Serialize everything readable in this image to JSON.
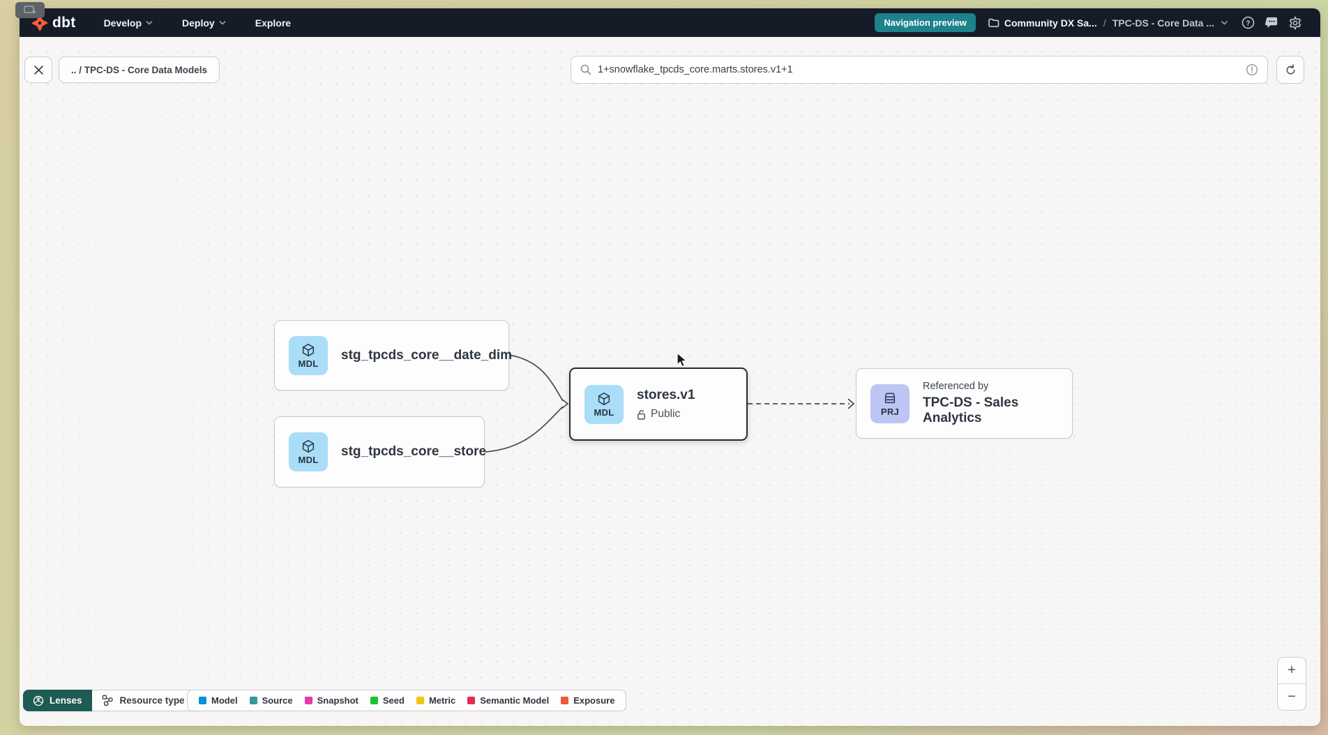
{
  "colors": {
    "navbar_bg": "#151c28",
    "preview_badge_bg": "#1d828b",
    "lenses_bg": "#1d5b54",
    "model_badge_bg": "#a9ddf8",
    "project_badge_bg": "#bdc5f4",
    "selected_node_border": "#222b38"
  },
  "navbar": {
    "logo_text": "dbt",
    "menus": [
      {
        "label": "Develop"
      },
      {
        "label": "Deploy"
      },
      {
        "label": "Explore"
      }
    ],
    "preview_badge": "Navigation preview",
    "breadcrumb": {
      "project": "Community DX Sa...",
      "separator": "/",
      "page": "TPC-DS - Core Data ..."
    }
  },
  "toolbar": {
    "path_chip": ".. / TPC-DS - Core Data Models",
    "search_value": "1+snowflake_tpcds_core.marts.stores.v1+1"
  },
  "graph": {
    "nodes": {
      "date_dim": {
        "badge": "MDL",
        "label": "stg_tpcds_core__date_dim"
      },
      "store": {
        "badge": "MDL",
        "label": "stg_tpcds_core__store"
      },
      "stores_v1": {
        "badge": "MDL",
        "label": "stores.v1",
        "access": "Public"
      },
      "sales_analytics": {
        "badge": "PRJ",
        "kicker": "Referenced by",
        "label": "TPC-DS - Sales Analytics"
      }
    }
  },
  "footer": {
    "lenses_label": "Lenses",
    "resource_type_label": "Resource type",
    "legend": [
      {
        "label": "Model",
        "color": "#0a90d8"
      },
      {
        "label": "Source",
        "color": "#34999c"
      },
      {
        "label": "Snapshot",
        "color": "#e838ac"
      },
      {
        "label": "Seed",
        "color": "#1fc12f"
      },
      {
        "label": "Metric",
        "color": "#f0c713"
      },
      {
        "label": "Semantic Model",
        "color": "#e62c54"
      },
      {
        "label": "Exposure",
        "color": "#f1573a"
      }
    ]
  },
  "zoom_controls": {
    "zoom_in": "+",
    "zoom_out": "−"
  }
}
